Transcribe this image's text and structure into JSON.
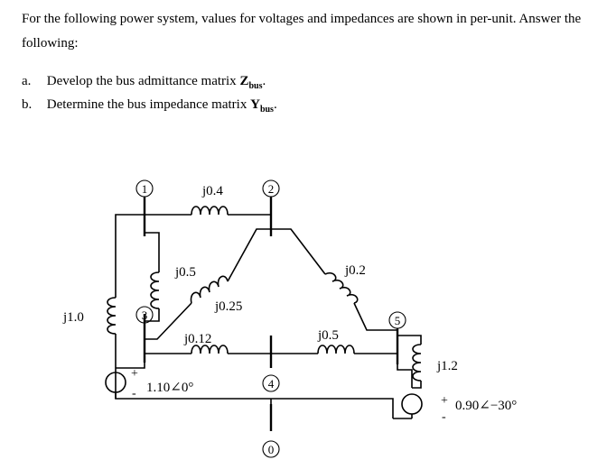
{
  "problem": {
    "intro": "For the following power system, values for voltages and impedances are shown in per-unit. Answer the following:",
    "parts": [
      {
        "label": "a.",
        "text": "Develop the bus admittance matrix ",
        "sym": "Z",
        "sub": "bus",
        "end": "."
      },
      {
        "label": "b.",
        "text": "Determine the bus impedance matrix ",
        "sym": "Y",
        "sub": "bus",
        "end": "."
      }
    ]
  },
  "circuit": {
    "buses": {
      "b1": "1",
      "b2": "2",
      "b3": "3",
      "b4": "4",
      "b5": "5",
      "b0": "0"
    },
    "impedances": {
      "z12": "j0.4",
      "z13": "j0.5",
      "z23": "j0.25",
      "z25": "j0.2",
      "z34": "j0.12",
      "z45": "j0.5",
      "z1g": "j1.0",
      "z5g": "j1.2"
    },
    "sources": {
      "s3": "1.10∠0°",
      "s5": "0.90∠−30°"
    },
    "polarity": {
      "plus": "+",
      "minus": "-"
    }
  }
}
